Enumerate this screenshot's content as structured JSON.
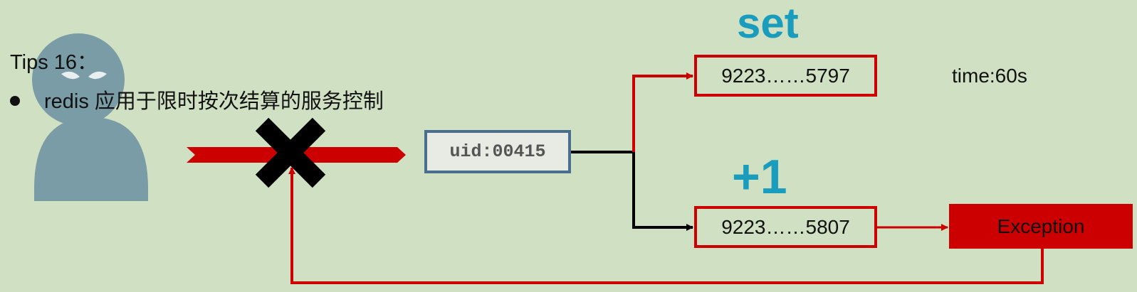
{
  "tips": {
    "title": "Tips 16：",
    "bullet": "redis 应用于限时按次结算的服务控制"
  },
  "diagram": {
    "uid_key": "uid:00415",
    "set_label": "set",
    "set_value": "9223……5797",
    "increment_label": "+1",
    "increment_value": "9223……5807",
    "exception_label": "Exception",
    "time_label": "time:60s"
  },
  "icons": [
    "user-silhouette-icon",
    "cross-block-icon"
  ],
  "colors": {
    "background": "#cfe0c3",
    "red": "#cc0000",
    "blue": "#1a9dbd",
    "box_border": "#4a6e8e",
    "user": "#7a9ca6"
  }
}
